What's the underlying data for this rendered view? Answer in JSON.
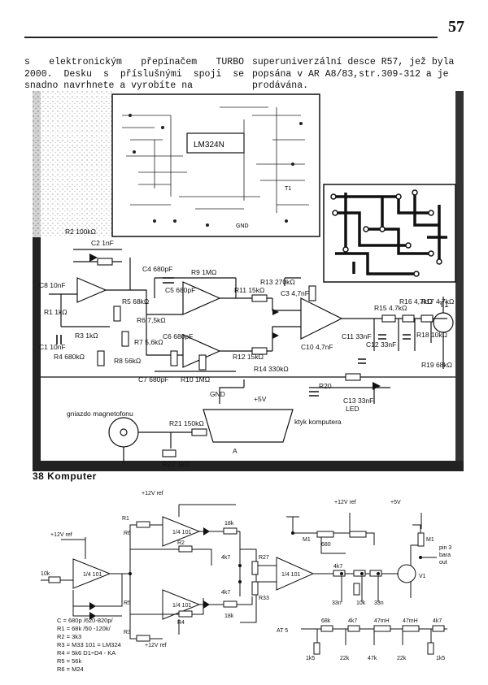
{
  "page_number": "57",
  "left_column": [
    "s elektronickým přepínačem TURBO",
    "2000. Desku s příslušnými spoji se",
    "snadno navrhnete a vyrobíte na"
  ],
  "right_column": [
    "superuniverzální desce R57, jež byla",
    "popsána v AR A8/83,str.309-312 a je",
    "prodávána."
  ],
  "figure1": {
    "labels": {
      "r9": "R9 1MΩ",
      "r11": "R11 15kΩ",
      "r13": "R13 270kΩ",
      "c3": "C3 4,7nF",
      "r12": "R12 15kΩ",
      "r14": "R14 330kΩ",
      "r15": "R15 4,7kΩ",
      "r16": "R16 4,7kΩ",
      "r17": "R17 4,7kΩ",
      "r18": "R18 10kΩ",
      "r19": "R19 68kΩ",
      "c11": "C11 33nF",
      "c12": "C12 33nF",
      "c13": "C13 33nF",
      "c10": "C10 4,7nF",
      "c4": "C4 680pF",
      "c5": "C5 680pF",
      "c6": "C6 680pF",
      "c7": "C7 680pF",
      "r5": "R5 68kΩ",
      "r6": "R6 7,5kΩ",
      "r7": "R7 5,6kΩ",
      "r8": "R8 56kΩ",
      "r10": "R10 1MΩ",
      "r1": "R1 1kΩ",
      "r2": "R2 100kΩ",
      "r3": "R3 1kΩ",
      "r4": "R4 680kΩ",
      "c1": "C1 10nF",
      "c2": "C2 1nF",
      "c8": "C8 10nF",
      "r20": "R20",
      "r21": "R21 150kΩ",
      "r22": "R22 1kΩ",
      "led": "LED",
      "t1": "T1",
      "ic": "LM324N",
      "gnd": "GND",
      "vcc": "+5V",
      "conn_label": "ktyk komputera",
      "jack_label": "gniazdo magnetofonu",
      "connector_a": "A"
    },
    "brand": "38 Komputer"
  },
  "figure2": {
    "labels": {
      "vcc_top": "+12V ref",
      "vcc_left": "+12V ref",
      "vcc_mid": "+12V ref",
      "vcc_right": "+5V",
      "vneg": "+12V ref",
      "op1": "1/4 101",
      "op2": "1/4 101",
      "op3": "1/4 101",
      "op4": "1/4 101",
      "r1": "R1",
      "r2": "R2",
      "r3": "R3",
      "r4": "R4",
      "r5": "R5",
      "r6": "R6",
      "r27": "R27",
      "r33": "R33",
      "r4k7a": "4k7",
      "r4k7b": "4k7",
      "r4k7c": "4k7",
      "r18": "18k",
      "r10k": "10k",
      "c33n": "33n",
      "r10": "10k",
      "c33n2": "33n",
      "r680": "680",
      "rm1": "M1",
      "rm1b": "M1",
      "v1": "V1",
      "pin3": "pin 3",
      "bara": "bara",
      "out": "out",
      "legend": [
        "C  = 680p /620-820p/",
        "R1 = 68k  /50 -120k/",
        "R2 = 3k3",
        "R3 = M33     101 = LM324",
        "R4 = 5k6    D1÷D4 - KA",
        "R5 = 56k",
        "R6 = M24"
      ],
      "atb": "AT 5",
      "b68k": "68k",
      "b4k7": "4k7",
      "b47mh1": "47mH",
      "b47mh2": "47mH",
      "b4k7b": "4k7",
      "b1k5": "1k5",
      "b22k": "22k",
      "b47k": "47k",
      "b22k2": "22k",
      "b1k5b": "1k5"
    }
  }
}
